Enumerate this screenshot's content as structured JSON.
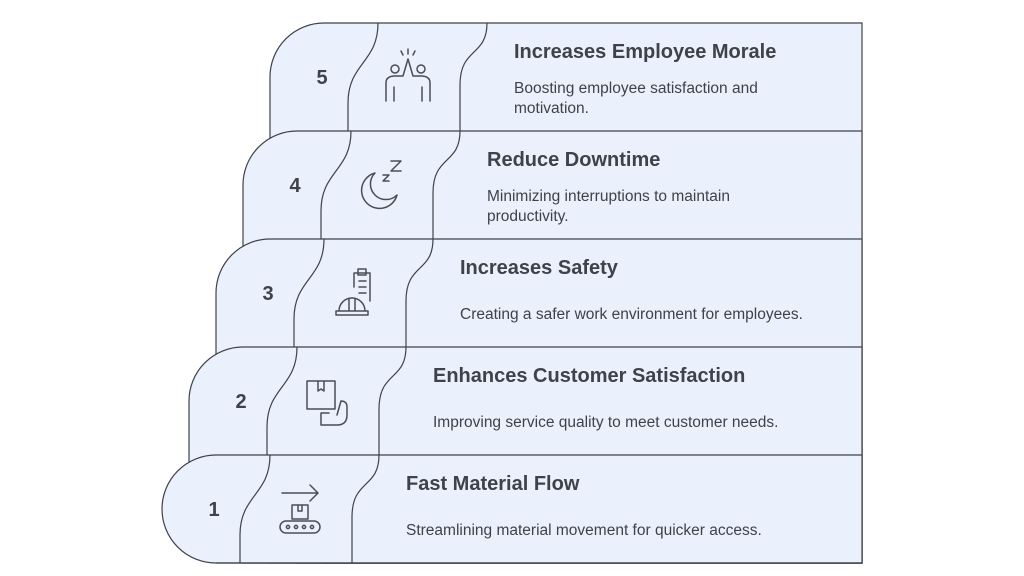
{
  "colors": {
    "fill": "#eaf1fc",
    "stroke": "#3f4248",
    "text": "#3f4248"
  },
  "steps": [
    {
      "number": "5",
      "icon": "high-five-icon",
      "title": "Increases Employee Morale",
      "desc_lines": [
        "Boosting employee satisfaction and",
        "motivation."
      ]
    },
    {
      "number": "4",
      "icon": "sleep-moon-icon",
      "title": "Reduce Downtime",
      "desc_lines": [
        "Minimizing interruptions to maintain",
        "productivity."
      ]
    },
    {
      "number": "3",
      "icon": "hard-hat-checklist-icon",
      "title": "Increases Safety",
      "desc_lines": [
        "Creating a safer work environment for employees."
      ]
    },
    {
      "number": "2",
      "icon": "package-hand-icon",
      "title": "Enhances Customer Satisfaction",
      "desc_lines": [
        "Improving service quality to meet customer needs."
      ]
    },
    {
      "number": "1",
      "icon": "conveyor-arrow-icon",
      "title": "Fast Material Flow",
      "desc_lines": [
        "Streamlining material movement for quicker access."
      ]
    }
  ]
}
